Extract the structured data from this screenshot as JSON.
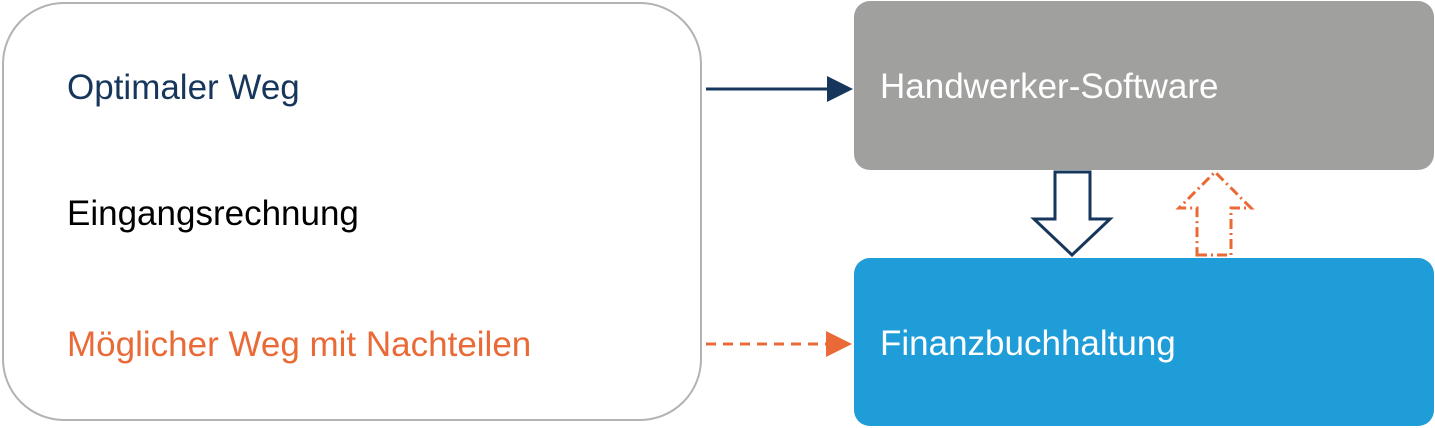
{
  "left_panel": {
    "optimal_path": "Optimaler Weg",
    "incoming_invoice": "Eingangsrechnung",
    "alternative_path": "Möglicher Weg mit Nachteilen"
  },
  "targets": {
    "software": "Handwerker-Software",
    "accounting": "Finanzbuchhaltung"
  },
  "colors": {
    "optimal": "#16375b",
    "alternative": "#e96a36",
    "software_box": "#a0a09f",
    "accounting_box": "#1e9dd8",
    "panel_border": "#b3b3b3"
  }
}
